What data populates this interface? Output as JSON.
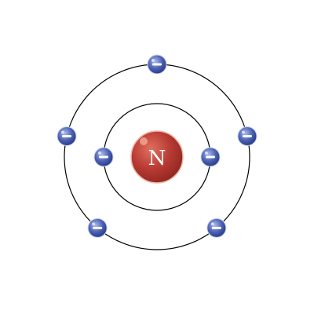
{
  "atom": {
    "nucleus": {
      "symbol": "N",
      "color": "#b83a33"
    },
    "shells": [
      {
        "name": "inner",
        "electron_count": 2
      },
      {
        "name": "outer",
        "electron_count": 5
      }
    ],
    "electron": {
      "sign": "negative",
      "color": "#3d54a8"
    },
    "orbit_color": "#000000"
  }
}
